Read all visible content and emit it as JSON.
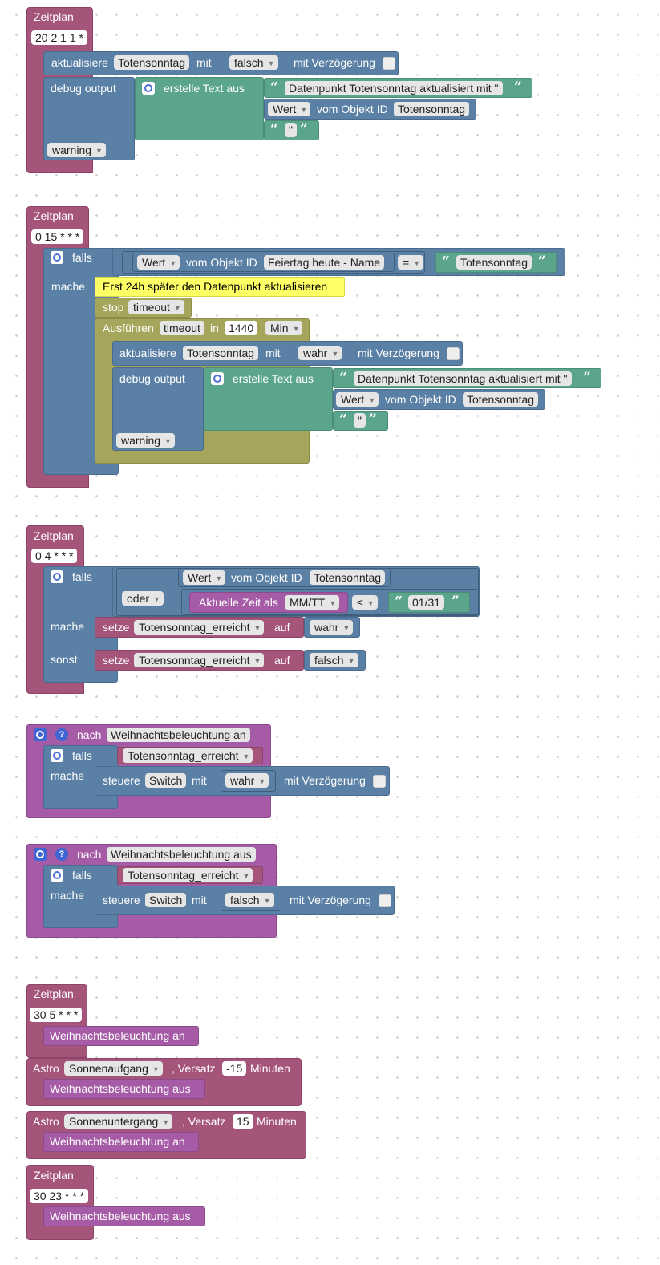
{
  "schedule_label": "Zeitplan",
  "else_if": "falls",
  "do": "mache",
  "else": "sonst",
  "update": "aktualisiere",
  "with": "mit",
  "with_delay": "mit Verzögerung",
  "debug_output": "debug output",
  "create_text": "erstelle Text aus",
  "value": "Wert",
  "from_object_id": "vom Objekt ID",
  "warning": "warning",
  "quote_text": "\"",
  "totensonntag": "Totensonntag",
  "msg_updated": "Datenpunkt Totensonntag aktualisiert mit \"",
  "true": "wahr",
  "false": "falsch",
  "b1": {
    "cron": "20 2 1 1 *"
  },
  "b2": {
    "cron": "0 15 * * *",
    "holiday_name": "Feiertag heute - Name",
    "eq": "=",
    "comment": "Erst 24h später den Datenpunkt aktualisieren",
    "stop": "stop",
    "timeout": "timeout",
    "run": "Ausführen",
    "in": "in",
    "delay": "1440",
    "unit": "Min"
  },
  "b3": {
    "cron": "0 4 * * *",
    "or": "oder",
    "current_time_as": "Aktuelle Zeit als",
    "format": "MM/TT",
    "le": "≤",
    "date": "01/31",
    "set": "setze",
    "var": "Totensonntag_erreicht",
    "to": "auf"
  },
  "b4": {
    "after": "nach",
    "func": "Weihnachtsbeleuchtung an",
    "control": "steuere",
    "switch": "Switch"
  },
  "b5": {
    "func": "Weihnachtsbeleuchtung aus"
  },
  "b6": {
    "cron1": "30 5 * * *",
    "astro": "Astro",
    "sunrise": "Sonnenaufgang",
    "offset": ", Versatz",
    "offset1": "-15",
    "minutes": "Minuten",
    "sunset": "Sonnenuntergang",
    "offset2": "15",
    "cron2": "30 23 * * *",
    "on": "Weihnachtsbeleuchtung an",
    "off": "Weihnachtsbeleuchtung aus"
  },
  "colors": {
    "schedule": "#a5547a",
    "logic_blue": "#5b80a5",
    "text_green": "#5ba58c",
    "timeout_olive": "#a5a55b",
    "function_purple": "#a55ba5",
    "comment_yellow": "#ffff66"
  }
}
